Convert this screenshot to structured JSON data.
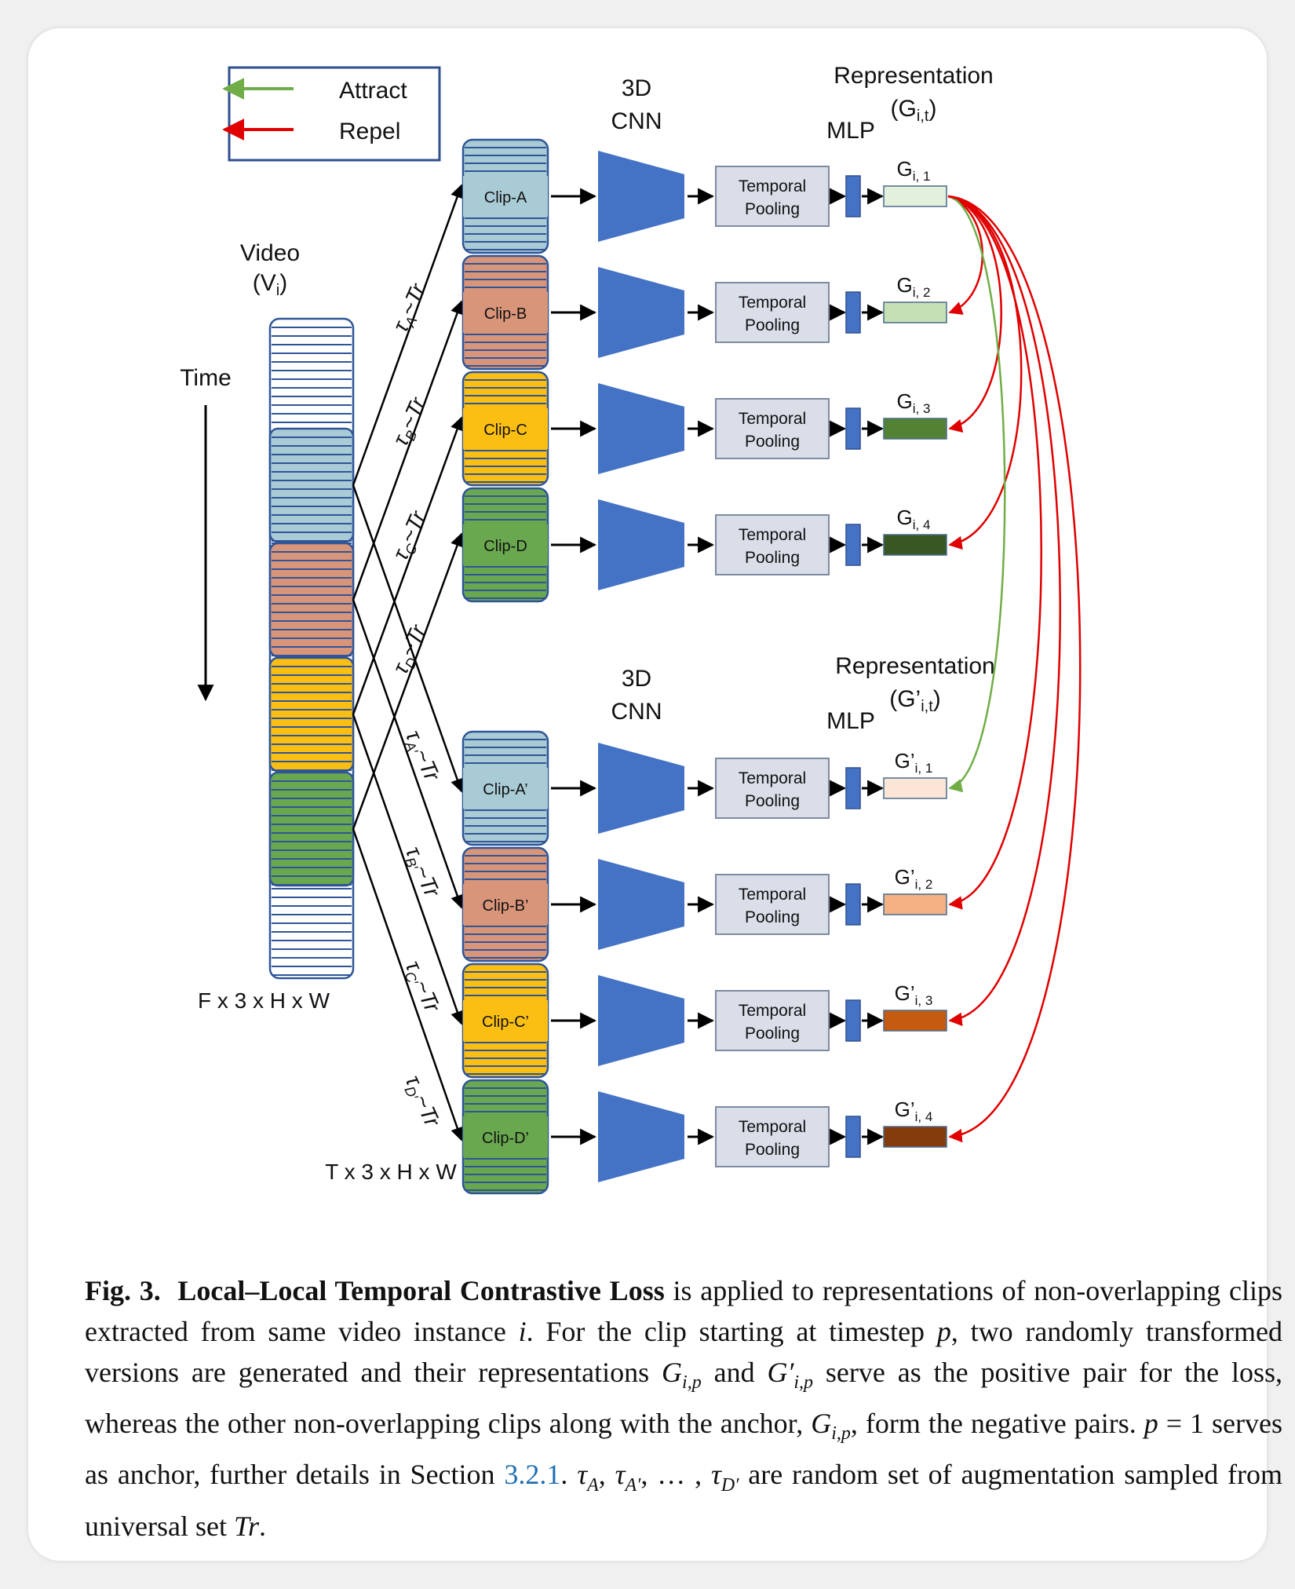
{
  "legend": {
    "attract": "Attract",
    "repel": "Repel",
    "attract_color": "#70ad47",
    "repel_color": "#e00000"
  },
  "labels": {
    "video_title": "Video",
    "video_sub": "(V",
    "video_sub_i": "i",
    "video_sub_close": ")",
    "time": "Time",
    "video_dims": "F x 3 x H x W",
    "clip_dims": "T x 3 x H x W",
    "cnn_line1": "3D",
    "cnn_line2": "CNN",
    "mlp": "MLP",
    "rep_title": "Representation",
    "rep_top_sub": "(G",
    "rep_top_sub_i": "i,t",
    "rep_close": ")",
    "rep_bottom_sub": "(G’",
    "rep_bottom_sub_i": "i,t",
    "pool_line1": "Temporal",
    "pool_line2": "Pooling"
  },
  "clips": [
    {
      "label": "Clip-A",
      "tau": "τ",
      "tau_sub": "A",
      "color": "#a9cbd6"
    },
    {
      "label": "Clip-B",
      "tau": "τ",
      "tau_sub": "B",
      "color": "#d9957a"
    },
    {
      "label": "Clip-C",
      "tau": "τ",
      "tau_sub": "C",
      "color": "#fbbf14"
    },
    {
      "label": "Clip-D",
      "tau": "τ",
      "tau_sub": "D",
      "color": "#6aa84f"
    },
    {
      "label": "Clip-A’",
      "tau": "τ",
      "tau_sub": "A′",
      "color": "#a9cbd6"
    },
    {
      "label": "Clip-B’",
      "tau": "τ",
      "tau_sub": "B′",
      "color": "#d9957a"
    },
    {
      "label": "Clip-C’",
      "tau": "τ",
      "tau_sub": "C′",
      "color": "#fbbf14"
    },
    {
      "label": "Clip-D’",
      "tau": "τ",
      "tau_sub": "D′",
      "color": "#6aa84f"
    }
  ],
  "tau_suffix": "~Tr",
  "reps": [
    {
      "name": "G",
      "sub": "i, 1",
      "color": "#e3f0dc"
    },
    {
      "name": "G",
      "sub": "i, 2",
      "color": "#c5e0b4"
    },
    {
      "name": "G",
      "sub": "i, 3",
      "color": "#548235"
    },
    {
      "name": "G",
      "sub": "i, 4",
      "color": "#385723"
    },
    {
      "name": "G’",
      "sub": "i, 1",
      "color": "#fbe5d6"
    },
    {
      "name": "G’",
      "sub": "i, 2",
      "color": "#f4b183"
    },
    {
      "name": "G’",
      "sub": "i, 3",
      "color": "#c55a11"
    },
    {
      "name": "G’",
      "sub": "i, 4",
      "color": "#843c0c"
    }
  ],
  "caption": {
    "fig": "Fig. 3.",
    "title": "Local–Local Temporal Contrastive Loss",
    "t1": " is applied to representations of non-overlapping clips extracted from same video instance ",
    "i": "i",
    "t2": ". For the clip starting at timestep ",
    "p": "p",
    "t3": ", two randomly transformed versions are generated and their representations ",
    "g1": "G",
    "g1s": "i,p",
    "t4": " and ",
    "g2": "G′",
    "g2s": "i,p",
    "t5": " serve as the positive pair for the loss, whereas the other non-overlapping clips along with the anchor, ",
    "g3": "G",
    "g3s": "i,p",
    "t6": ", form the negative pairs. ",
    "p_eq": "p",
    "t7": " = 1 serves as anchor, further details in Section ",
    "section": "3.2.1",
    "t8": ". ",
    "tauA": "τ",
    "tauAs": "A",
    "comma1": ", ",
    "tauA2": "τ",
    "tauA2s": "A′",
    "t9": ", … , ",
    "tauD": "τ",
    "tauDs": "D′",
    "t10": " are random set of augmentation sampled from universal set ",
    "tr": "Tr",
    "t11": "."
  }
}
